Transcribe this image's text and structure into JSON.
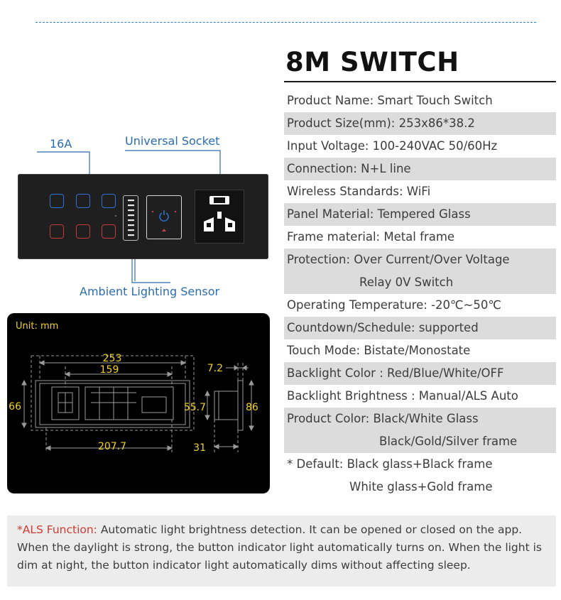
{
  "spec": {
    "title": "8M SWITCH",
    "rows": [
      {
        "lines": [
          "Product Name: Smart Touch Switch"
        ],
        "shade": false
      },
      {
        "lines": [
          "Product Size(mm): 253x86*38.2"
        ],
        "shade": true
      },
      {
        "lines": [
          "Input Voltage: 100-240VAC 50/60Hz"
        ],
        "shade": false
      },
      {
        "lines": [
          "Connection: N+L line"
        ],
        "shade": true
      },
      {
        "lines": [
          "Wireless Standards: WiFi"
        ],
        "shade": false
      },
      {
        "lines": [
          "Panel Material: Tempered Glass"
        ],
        "shade": true
      },
      {
        "lines": [
          "Frame material: Metal frame"
        ],
        "shade": false
      },
      {
        "lines": [
          "Protection: Over Current/Over Voltage",
          "Relay 0V Switch"
        ],
        "shade": true,
        "indent": 102
      },
      {
        "lines": [
          "Operating Temperature: -20℃~50℃"
        ],
        "shade": false
      },
      {
        "lines": [
          "Countdown/Schedule: supported"
        ],
        "shade": true
      },
      {
        "lines": [
          "Touch Mode: Bistate/Monostate"
        ],
        "shade": false
      },
      {
        "lines": [
          "Backlight Color : Red/Blue/White/OFF"
        ],
        "shade": true
      },
      {
        "lines": [
          "Backlight Brightness : Manual/ALS Auto"
        ],
        "shade": false
      },
      {
        "lines": [
          "Product Color: Black/White Glass",
          "Black/Gold/Silver frame"
        ],
        "shade": true,
        "indent": 130
      },
      {
        "lines": [
          "* Default: Black glass+Black frame",
          "White glass+Gold frame"
        ],
        "shade": false,
        "indent": 88
      }
    ]
  },
  "product": {
    "callout_16a": "16A",
    "callout_socket": "Universal Socket",
    "callout_sensor": "Ambient Lighting Sensor"
  },
  "dimensions": {
    "unit": "Unit: mm",
    "width_total": "253",
    "width_inner": "159",
    "width_box": "207.7",
    "height_total": "66",
    "depth_front": "7.2",
    "depth_box": "31",
    "height_box": "55.7",
    "height_side": "86"
  },
  "als": {
    "label": "*ALS Function:",
    "text": " Automatic light brightness detection. It can be opened or closed on the app. When the daylight is strong, the button indicator light automatically turns on. When the light is dim at night, the button indicator light automatically dims without affecting sleep."
  },
  "colors": {
    "accent_blue": "#2a6db2",
    "dim_yellow": "#f2d21b",
    "als_red": "#d23b2f",
    "row_shade": "#dcdcdc"
  }
}
